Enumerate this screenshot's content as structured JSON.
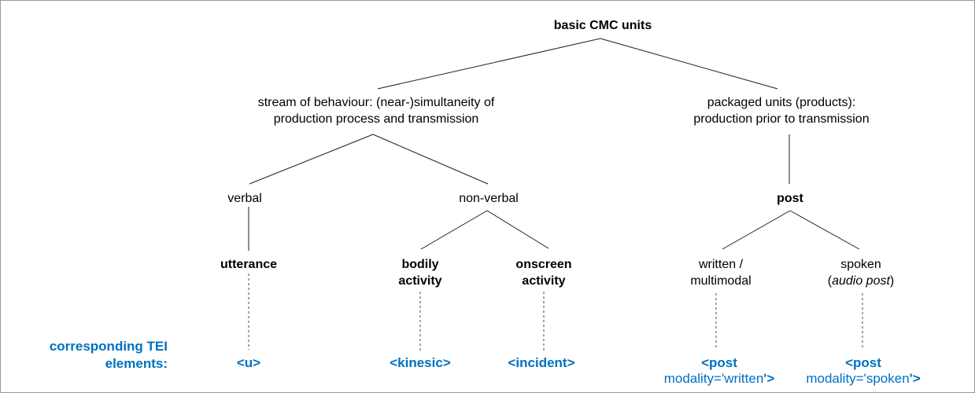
{
  "colors": {
    "tei_blue": "#0070C0",
    "line": "#1f1f1f",
    "dash": "#4a4a4a",
    "border": "#999999",
    "background": "#ffffff"
  },
  "tree": {
    "root": "basic CMC units",
    "stream_branch": {
      "line1": "stream of behaviour: (near-)simultaneity of",
      "line2": "production process and transmission"
    },
    "packaged_branch": {
      "line1": "packaged units (products):",
      "line2": "production prior to transmission"
    },
    "verbal": "verbal",
    "non_verbal": "non-verbal",
    "post": "post",
    "utterance": "utterance",
    "bodily_activity": {
      "line1": "bodily",
      "line2": "activity"
    },
    "onscreen_activity": {
      "line1": "onscreen",
      "line2": "activity"
    },
    "written_multimodal": {
      "line1": "written /",
      "line2": "multimodal"
    },
    "spoken_audio_post": {
      "line1": "spoken",
      "paren_open": "(",
      "italic_text": "audio post",
      "paren_close": ")"
    }
  },
  "tei": {
    "caption": {
      "line1": "corresponding TEI",
      "line2": "elements:"
    },
    "u": "<u>",
    "kinesic": "<kinesic>",
    "incident": "<incident>",
    "post_written": {
      "line1": "<post",
      "line2_body": "modality='written",
      "line2_tail": "'>"
    },
    "post_spoken": {
      "line1": "<post",
      "line2_body": "modality='spoken",
      "line2_tail": "'>"
    }
  }
}
